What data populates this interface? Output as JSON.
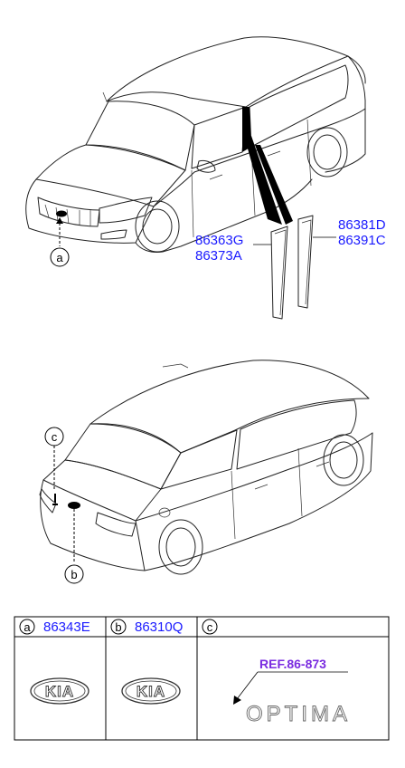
{
  "front_view": {
    "part_a_callout": "a",
    "moulding_left_labels": [
      "86363G",
      "86373A"
    ],
    "moulding_right_labels": [
      "86381D",
      "86391C"
    ]
  },
  "rear_view": {
    "callout_b": "b",
    "callout_c": "c"
  },
  "table": {
    "cells": [
      {
        "letter": "a",
        "part_no": "86343E",
        "emblem": "KIA"
      },
      {
        "letter": "b",
        "part_no": "86310Q",
        "emblem": "KIA"
      },
      {
        "letter": "c",
        "part_no": "",
        "ref": "REF.86-873",
        "emblem": "OPTIMA"
      }
    ]
  },
  "colors": {
    "part_number": "#1a1aff",
    "reference": "#7a2be0"
  }
}
